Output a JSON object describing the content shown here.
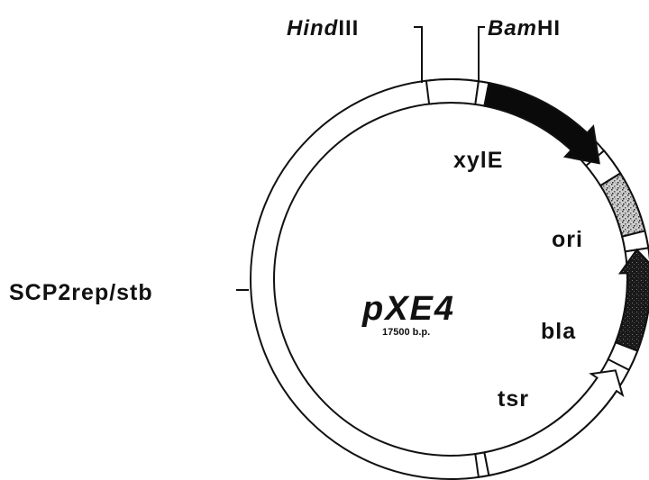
{
  "plasmid": {
    "name": "pXE4",
    "size": "17500 b.p."
  },
  "restriction_sites": {
    "hindiii": {
      "italic": "Hind",
      "roman": "III"
    },
    "bamhi": {
      "italic": "Bam",
      "roman": "HI"
    }
  },
  "features": {
    "xyle": "xylE",
    "ori": "ori",
    "bla": "bla",
    "tsr": "tsr",
    "scp2": "SCP2rep/stb"
  },
  "colors": {
    "line": "#111111",
    "xyle_fill": "#0a0a0a",
    "bla_fill": "#2a2a2a",
    "ori_fill": "#bdbdbd",
    "background": "#ffffff"
  }
}
